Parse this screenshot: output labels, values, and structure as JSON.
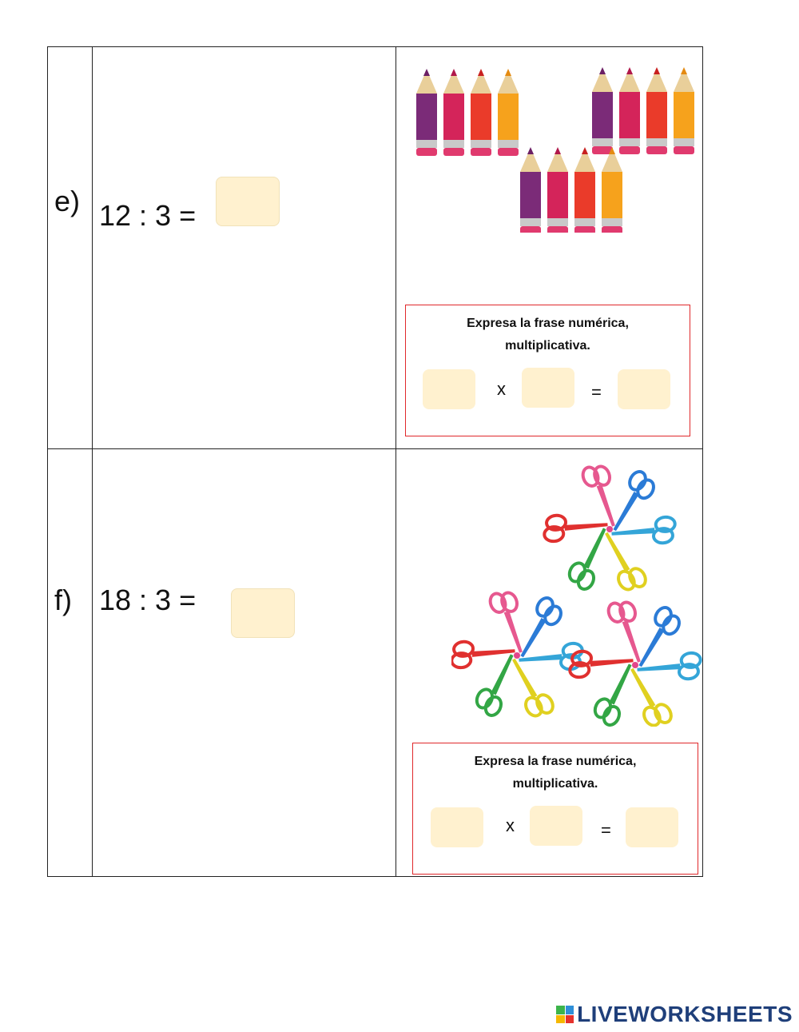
{
  "exercises": [
    {
      "label": "e)",
      "equation": "12 : 3 =",
      "box_title_line1": "Expresa la frase numérica,",
      "box_title_line2": "multiplicativa.",
      "times": "x",
      "equals": "="
    },
    {
      "label": "f)",
      "equation": "18 : 3 =",
      "box_title_line1": "Expresa la frase numérica,",
      "box_title_line2": "multiplicativa.",
      "times": "x",
      "equals": "="
    }
  ],
  "brand": {
    "text": "LIVEWORKSHEETS"
  },
  "colors": {
    "answer_fill": "#fff1cf",
    "box_border": "#e0282b",
    "brand_text": "#1f3f7a"
  }
}
